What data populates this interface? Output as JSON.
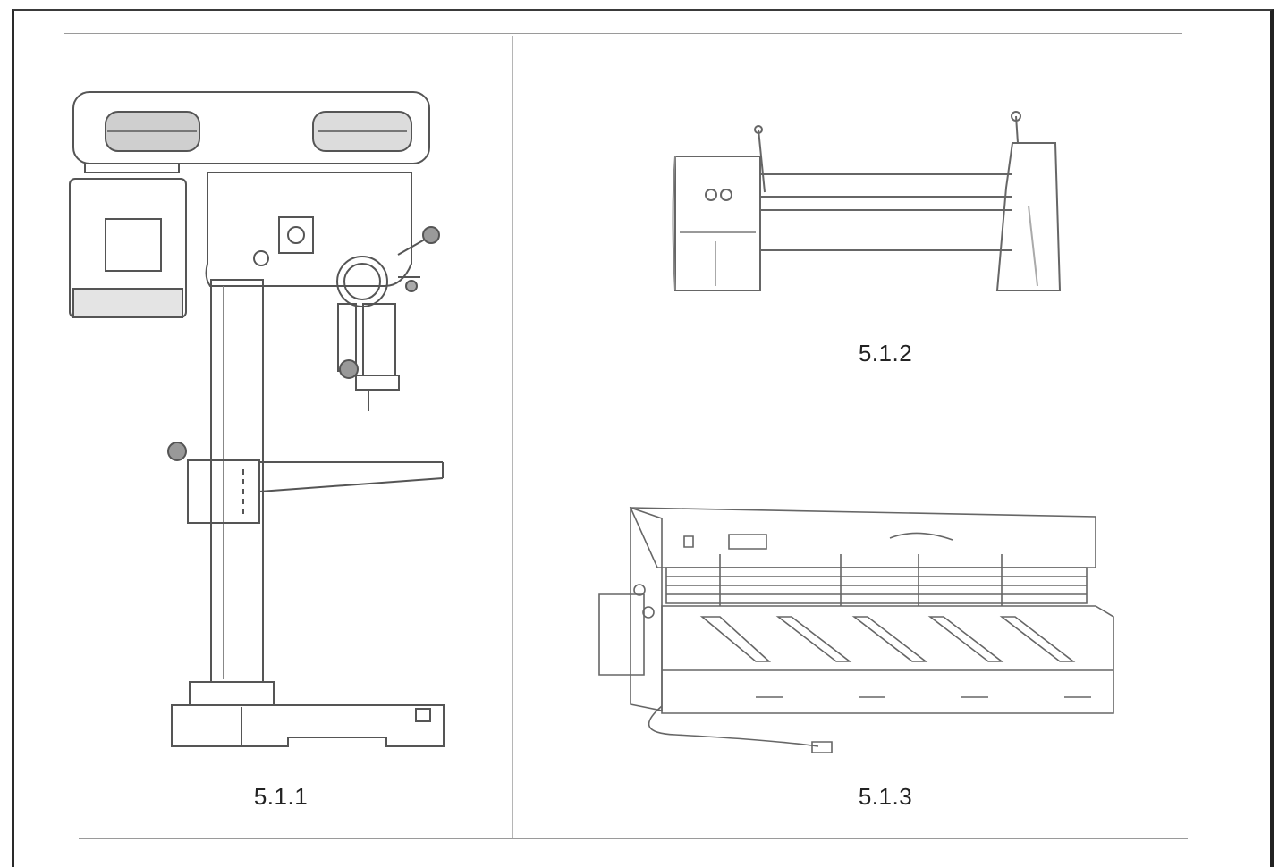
{
  "figures": [
    {
      "id": "5.1.1",
      "caption": "5.1.1",
      "depicts": "drill-press"
    },
    {
      "id": "5.1.2",
      "caption": "5.1.2",
      "depicts": "jointer-roller"
    },
    {
      "id": "5.1.3",
      "caption": "5.1.3",
      "depicts": "shear-machine"
    }
  ],
  "colors": {
    "line": "#555555",
    "shade": "#8a8a8a",
    "frame": "#2a2a2a"
  }
}
